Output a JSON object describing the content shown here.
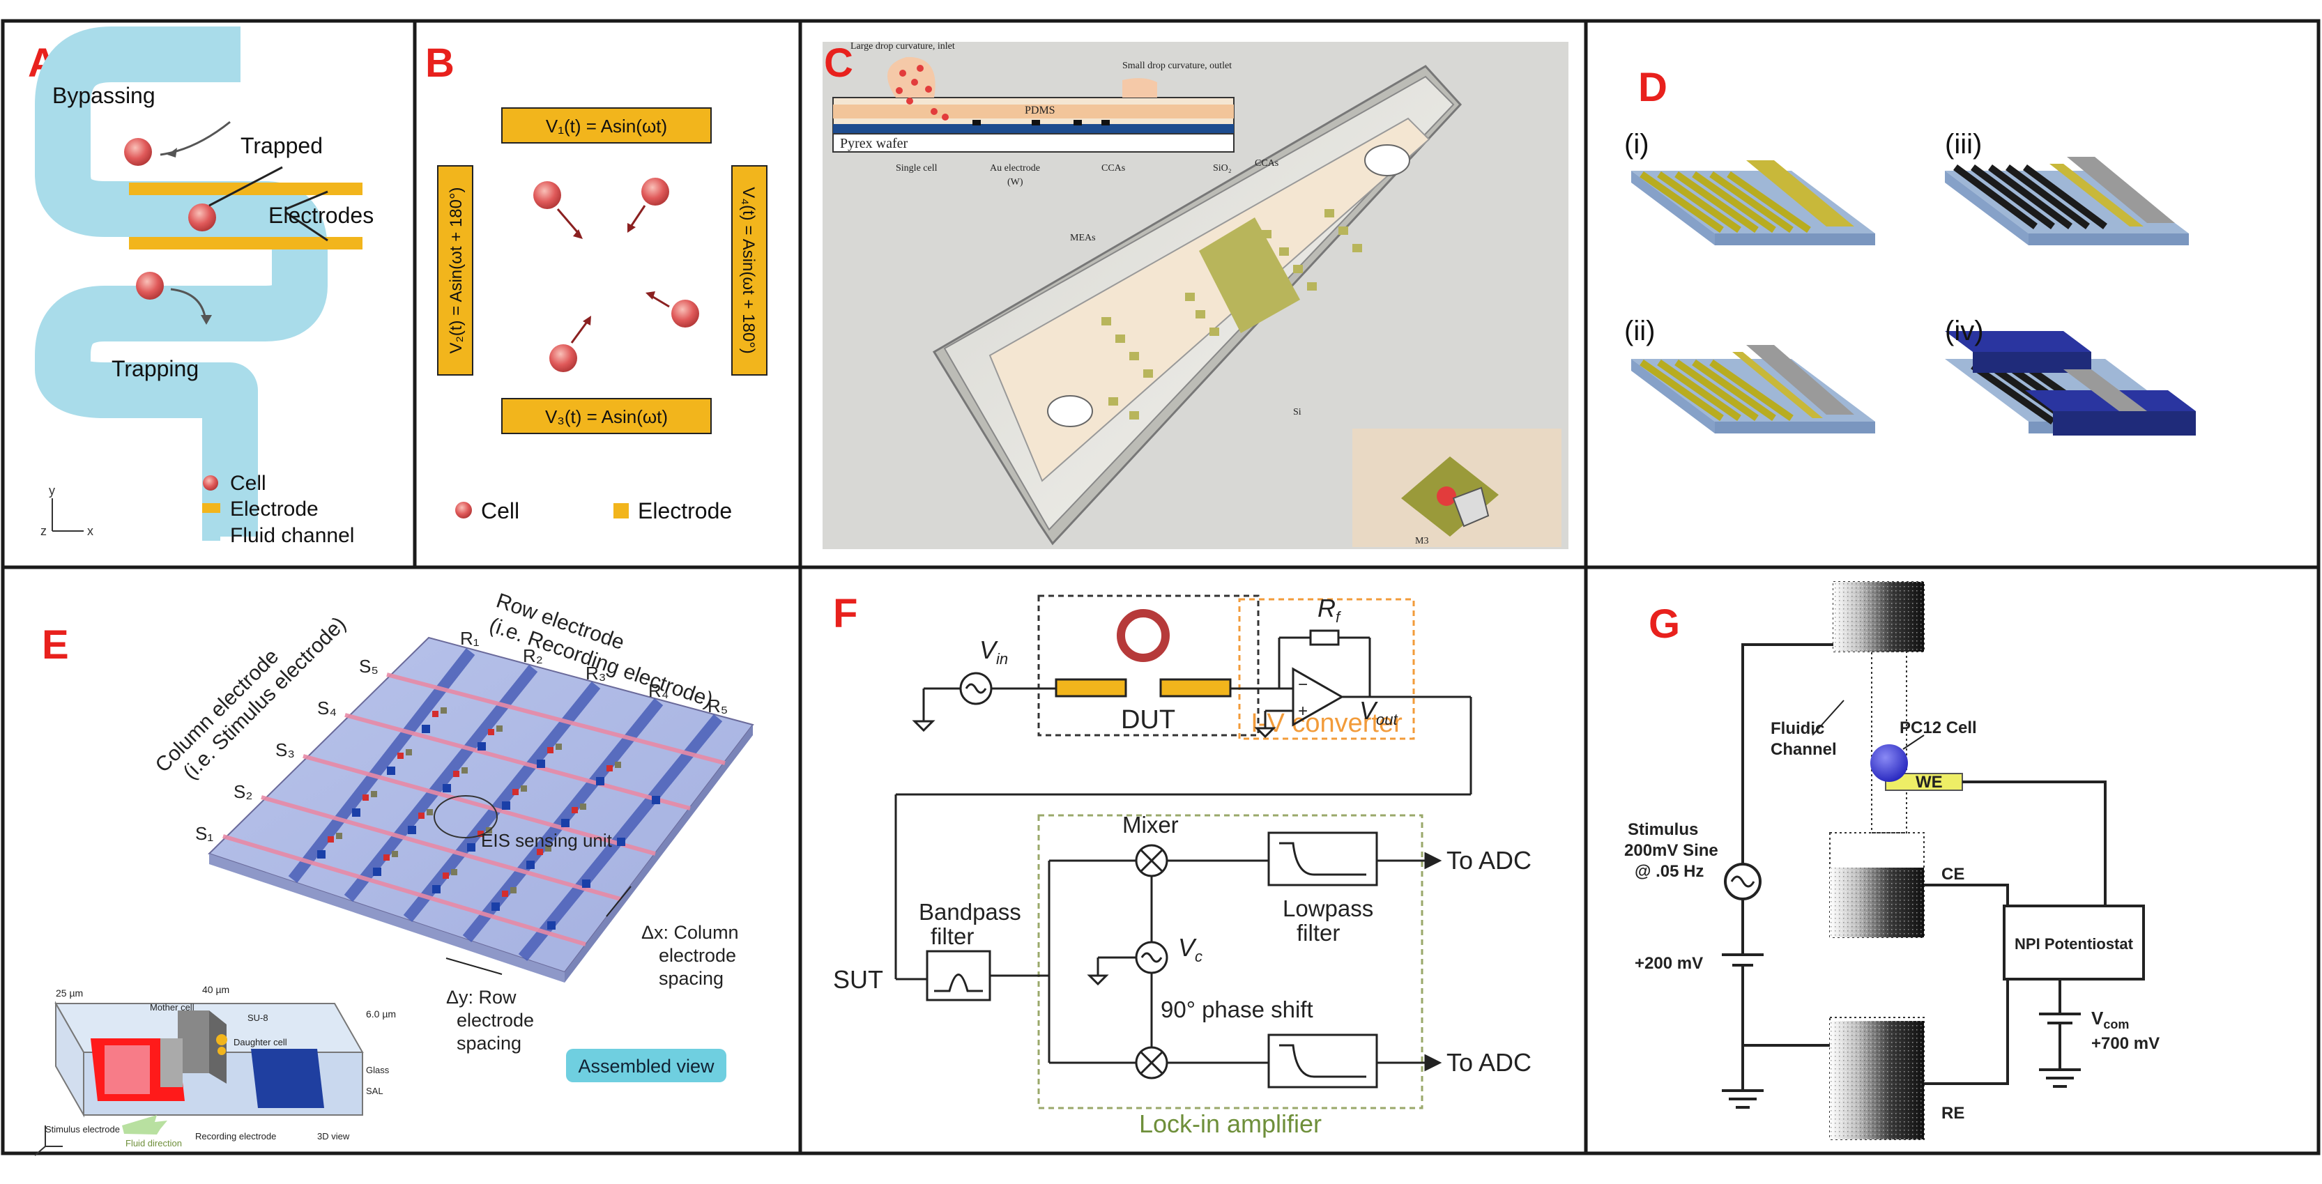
{
  "colors": {
    "letter_red": "#e8211d",
    "cell_red": "#e05a5a",
    "electrode_yellow": "#f2b51c",
    "fluid_blue": "#a9dcea",
    "substrate_blue": "#7fa6d0",
    "navy": "#1f2b7a",
    "orange_dashed": "#f29b3a",
    "green_dashed": "#9aa86a",
    "lockin_green": "#6e8f3a",
    "dut_label": "#333333",
    "assembled_cyan": "#6fcfe0",
    "pc12_blue": "#3b3bd8",
    "we_yellow": "#eeee66"
  },
  "panelA": {
    "letter": "A",
    "bypassing": "Bypassing",
    "trapped": "Trapped",
    "electrodes": "Electrodes",
    "trapping": "Trapping",
    "legend": [
      "Cell",
      "Electrode",
      "Fluid channel"
    ],
    "axis_y": "y",
    "axis_z": "z",
    "axis_x": "x"
  },
  "panelB": {
    "letter": "B",
    "top": "V₁(t) = Asin(ωt)",
    "bottom": "V₃(t) = Asin(ωt)",
    "left": "V₂(t) = Asin(ωt + 180°)",
    "right": "V₄(t) = Asin(ωt + 180°)",
    "legend_cell": "Cell",
    "legend_electrode": "Electrode"
  },
  "panelC": {
    "letter": "C",
    "large_drop": "Large drop curvature, inlet",
    "small_drop": "Small drop curvature, outlet",
    "pdms": "PDMS",
    "pyrex": "Pyrex wafer",
    "single_cell": "Single cell",
    "au_electrode": "Au electrode",
    "w": "(W)",
    "ccas_bottom": "CCAs",
    "sio2": "SiO₂",
    "ccas_top": "CCAs",
    "meas": "MEAs",
    "si": "Si",
    "inset": "M3"
  },
  "panelD": {
    "letter": "D",
    "i": "(i)",
    "ii": "(ii)",
    "iii": "(iii)",
    "iv": "(iv)"
  },
  "panelE": {
    "letter": "E",
    "row_electrode": "Row electrode",
    "row_electrode_sub": "(i.e. Recording electrode)",
    "column_electrode": "Column electrode",
    "column_electrode_sub": "(i.e. Stimulus electrode)",
    "rows": [
      "R₁",
      "R₂",
      "R₃",
      "R₄",
      "R₅"
    ],
    "stims": [
      "S₅",
      "S₄",
      "S₃",
      "S₂",
      "S₁"
    ],
    "eis": "EIS sensing unit",
    "dx_line1": "Δx: Column",
    "dx_line2": "electrode",
    "dx_line3": "spacing",
    "dy_line1": "Δy: Row",
    "dy_line2": "electrode",
    "dy_line3": "spacing",
    "assembled": "Assembled view",
    "dim_25": "25 µm",
    "dim_40": "40 µm",
    "dim_h": "6.0 µm",
    "mother": "Mother cell",
    "su8": "SU-8",
    "daughter": "Daughter cell",
    "glass": "Glass",
    "sal": "SAL",
    "stimulus_el": "Stimulus electrode",
    "flow_dir": "Fluid direction",
    "recording_el": "Recording electrode",
    "view3d": "3D view"
  },
  "panelF": {
    "letter": "F",
    "vin": "V",
    "vin_sub": "in",
    "rf": "R",
    "rf_sub": "f",
    "vout": "V",
    "vout_sub": "out",
    "dut": "DUT",
    "iv": "I-V converter",
    "sut": "SUT",
    "bandpass1": "Bandpass",
    "bandpass2": "filter",
    "mixer": "Mixer",
    "lowpass1": "Lowpass",
    "lowpass2": "filter",
    "vc": "V",
    "vc_sub": "c",
    "phase": "90° phase shift",
    "to_adc1": "To ADC",
    "to_adc2": "To ADC",
    "lockin": "Lock-in amplifier"
  },
  "panelG": {
    "letter": "G",
    "fluidic1": "Fluidic",
    "fluidic2": "Channel",
    "pc12": "PC12 Cell",
    "we": "WE",
    "ce": "CE",
    "re": "RE",
    "stim1": "Stimulus",
    "stim2": "200mV Sine",
    "stim3": "@ .05 Hz",
    "plus200": "+200 mV",
    "npi": "NPI Potentiostat",
    "vcom": "V",
    "vcom_sub": "com",
    "plus700": "+700 mV"
  }
}
